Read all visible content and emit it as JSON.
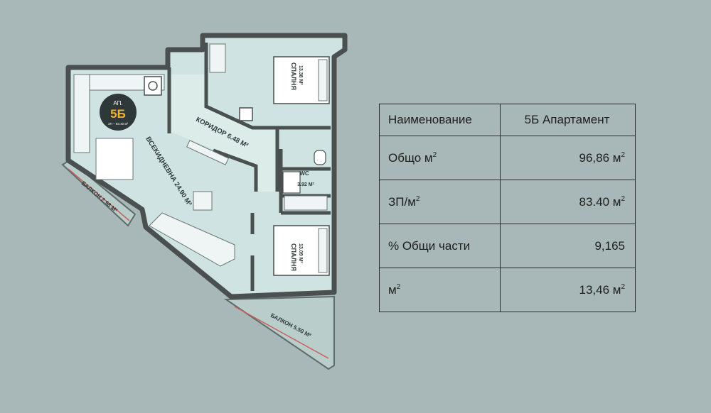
{
  "plan": {
    "badge": {
      "prefix": "АП.",
      "number": "5Б",
      "area": "ЗП – 83.40 м²"
    },
    "rooms": [
      {
        "id": "living",
        "label": "ВСЕКИДНЕВНА 24.90 М²"
      },
      {
        "id": "corridor",
        "label": "КОРИДОР 6.48 М²"
      },
      {
        "id": "bedroom1",
        "label": "СПАЛНЯ",
        "area": "13.38 М²"
      },
      {
        "id": "bedroom2",
        "label": "СПАЛНЯ",
        "area": "13.09 М²"
      },
      {
        "id": "wc",
        "label": "WC",
        "area": "3.92 М²"
      },
      {
        "id": "balcony1",
        "label": "БАЛКОН 2.98 М²"
      },
      {
        "id": "balcony2",
        "label": "БАЛКОН 5.50 М²"
      }
    ]
  },
  "table": {
    "rows": [
      {
        "key": "Наименование",
        "value": "5Б Апартамент",
        "key_sup": "",
        "value_sup": ""
      },
      {
        "key": "Общо м",
        "key_sup": "2",
        "value": "96,86 м",
        "value_sup": "2"
      },
      {
        "key": "ЗП/м",
        "key_sup": "2",
        "value": "83.40 м",
        "value_sup": "2"
      },
      {
        "key": "% Общи части",
        "key_sup": "",
        "value": "9,165",
        "value_sup": ""
      },
      {
        "key": "м",
        "key_sup": "2",
        "value": "13,46 м",
        "value_sup": "2"
      }
    ]
  },
  "colors": {
    "background": "#a8b7b7",
    "room_fill": "#cfe4e2",
    "room_fill_light": "#dcece9",
    "wall": "#4a4f4f",
    "badge": "#2f3838",
    "badge_text": "#f2b134",
    "balcony_line": "#c95f5f"
  }
}
